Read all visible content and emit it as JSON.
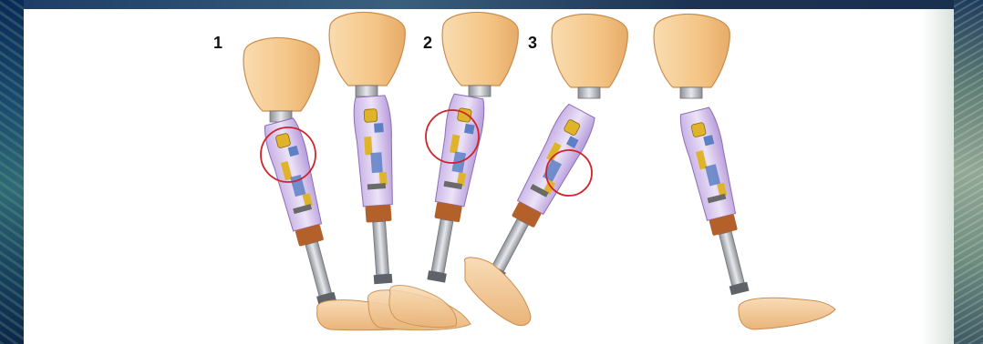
{
  "colors": {
    "socket_fill": "#f6c98c",
    "socket_stroke": "#c98d4e",
    "pylon": "#b9bcc2",
    "knee_shell": "#d7c4ec",
    "knee_stroke": "#8a6fb3",
    "mechanism_yellow": "#e0b42a",
    "mechanism_blue": "#5d7fc4",
    "clamp_brown": "#b4602b",
    "foot_fill": "#f5cfa0",
    "highlight_circle": "#d0232b",
    "panel_background": "#ffffff"
  },
  "figure": {
    "step_labels": [
      {
        "id": "1",
        "text": "1"
      },
      {
        "id": "2",
        "text": "2"
      },
      {
        "id": "3",
        "text": "3"
      }
    ],
    "legs": [
      {
        "name": "leg-1",
        "highlight_knee": true
      },
      {
        "name": "leg-2",
        "highlight_knee": false
      },
      {
        "name": "leg-3",
        "highlight_knee": true
      },
      {
        "name": "leg-4",
        "highlight_knee": true
      },
      {
        "name": "leg-5",
        "highlight_knee": false
      }
    ]
  }
}
